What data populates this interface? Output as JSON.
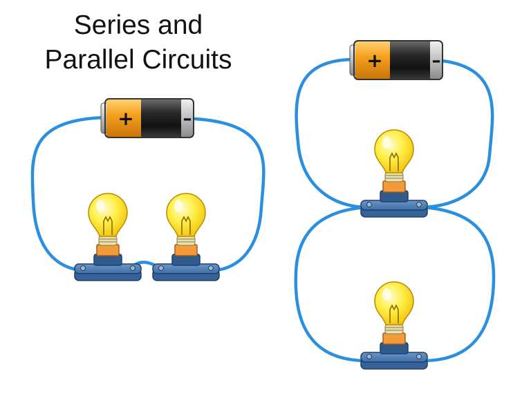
{
  "title": {
    "line1": "Series and",
    "line2": "Parallel Circuits"
  },
  "battery": {
    "positive_label": "+",
    "negative_label": "–"
  },
  "colors": {
    "wire": "#2b8fe0",
    "bulb_glass": "#ffe94a",
    "bulb_collar": "#f39a3a",
    "socket_base": "#3e6fa6",
    "battery_positive_cap": "#f6a21e",
    "battery_body": "#2a2a2a"
  },
  "icons": [
    "battery-icon",
    "light-bulb-icon",
    "wire"
  ],
  "circuits": [
    {
      "name": "series-circuit",
      "batteries": 1,
      "bulbs": 2
    },
    {
      "name": "parallel-circuit",
      "batteries": 1,
      "bulbs": 2
    }
  ]
}
